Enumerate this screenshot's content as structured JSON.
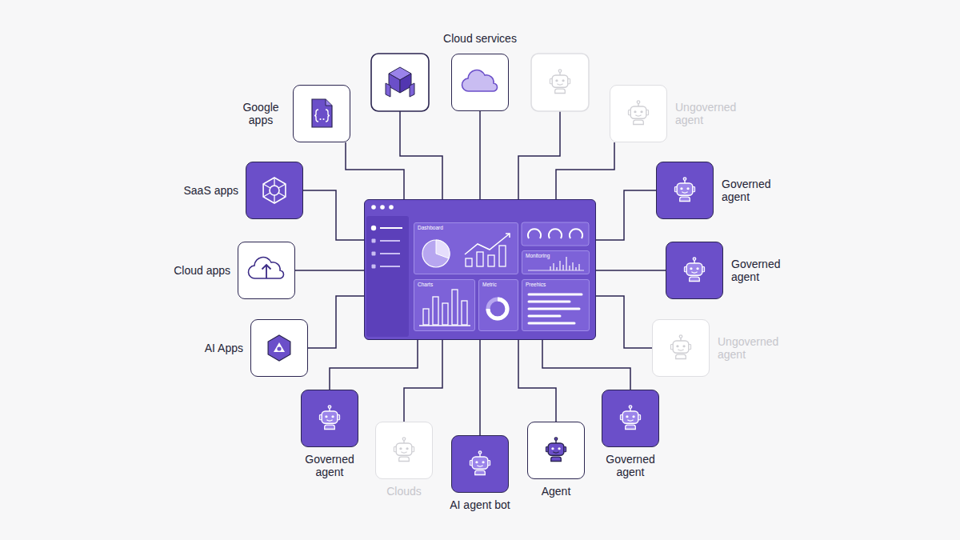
{
  "diagram": {
    "nodes": [
      {
        "text": []
      },
      {
        "text": [
          "Dashboard"
        ],
        "in": 0
      },
      {
        "text": [
          "Monitoring"
        ],
        "in": 0
      },
      {
        "text": [
          "Charts"
        ],
        "in": 0
      },
      {
        "text": [
          "Metric"
        ],
        "in": 0
      },
      {
        "text": [
          "Preehics"
        ],
        "in": 0
      },
      {
        "text": [
          "Cloud services"
        ]
      },
      {
        "text": [
          "Google apps"
        ]
      },
      {
        "text": [
          "Ungoverned agent"
        ]
      },
      {
        "text": [
          "SaaS apps"
        ]
      },
      {
        "text": [
          "Governed agent"
        ]
      },
      {
        "text": [
          "Cloud apps"
        ]
      },
      {
        "text": [
          "Governed agent"
        ]
      },
      {
        "text": [
          "AI Apps"
        ]
      },
      {
        "text": [
          "Ungoverned agent"
        ]
      },
      {
        "text": [
          "Governed agent"
        ]
      },
      {
        "text": [
          "Clouds"
        ]
      },
      {
        "text": [
          "AI agent bot"
        ]
      },
      {
        "text": [
          "Agent"
        ]
      },
      {
        "text": [
          "Governed agent"
        ]
      }
    ],
    "edges": [
      {
        "from": 0,
        "to": 6,
        "arrow": "none"
      },
      {
        "from": 0,
        "to": 7,
        "arrow": "none"
      },
      {
        "from": 0,
        "to": 8,
        "arrow": "none"
      },
      {
        "from": 0,
        "to": 9,
        "arrow": "none"
      },
      {
        "from": 0,
        "to": 10,
        "arrow": "none"
      },
      {
        "from": 0,
        "to": 11,
        "arrow": "none"
      },
      {
        "from": 0,
        "to": 12,
        "arrow": "none"
      },
      {
        "from": 0,
        "to": 13,
        "arrow": "none"
      },
      {
        "from": 0,
        "to": 14,
        "arrow": "none"
      },
      {
        "from": 0,
        "to": 15,
        "arrow": "none"
      },
      {
        "from": 0,
        "to": 16,
        "arrow": "none"
      },
      {
        "from": 0,
        "to": 17,
        "arrow": "none"
      },
      {
        "from": 0,
        "to": 18,
        "arrow": "none"
      },
      {
        "from": 0,
        "to": 19,
        "arrow": "none"
      }
    ]
  }
}
